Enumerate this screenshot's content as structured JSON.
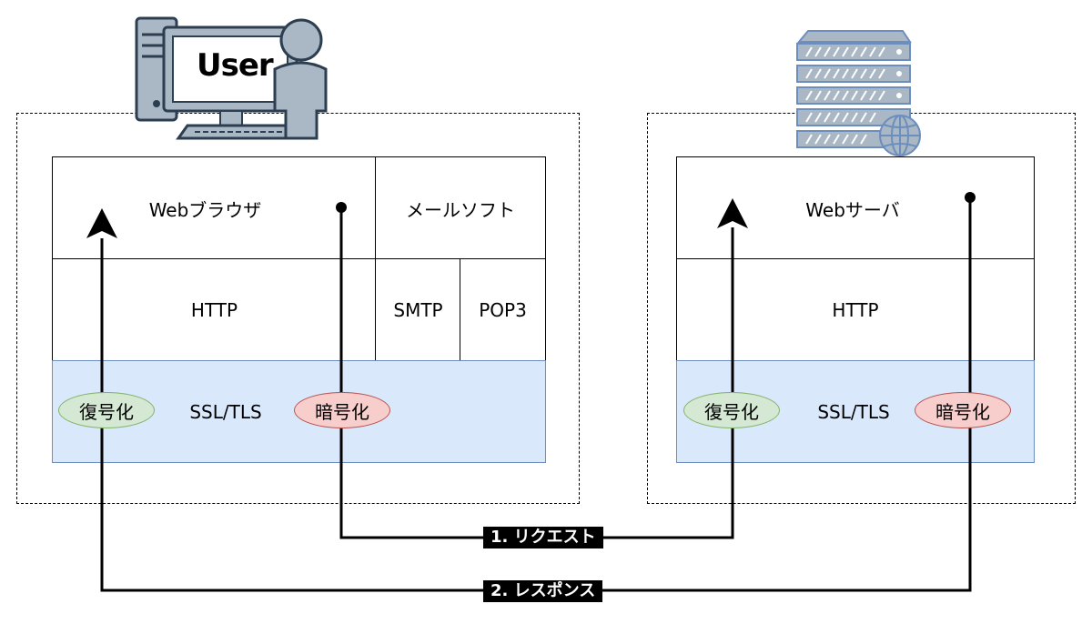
{
  "client": {
    "user_icon_text": "User",
    "browser_label": "Webブラウザ",
    "mail_label": "メールソフト",
    "http_label": "HTTP",
    "smtp_label": "SMTP",
    "pop3_label": "POP3",
    "tls_label": "SSL/TLS",
    "decrypt_label": "復号化",
    "encrypt_label": "暗号化"
  },
  "server": {
    "web_label": "Webサーバ",
    "http_label": "HTTP",
    "tls_label": "SSL/TLS",
    "decrypt_label": "復号化",
    "encrypt_label": "暗号化"
  },
  "flows": {
    "request_label": "1. リクエスト",
    "response_label": "2. レスポンス"
  },
  "colors": {
    "tls_fill": "#dae8fc",
    "tls_stroke": "#6c8ebf",
    "decrypt_fill": "#d5e8d4",
    "decrypt_stroke": "#82b366",
    "encrypt_fill": "#f8cecc",
    "encrypt_stroke": "#b85450"
  }
}
